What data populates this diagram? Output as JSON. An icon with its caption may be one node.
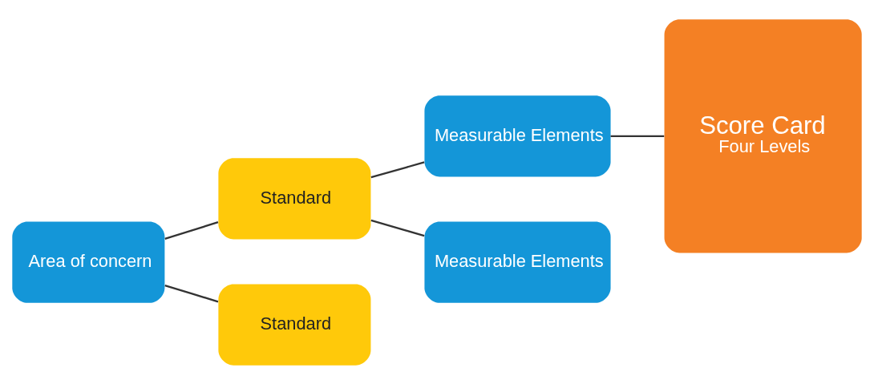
{
  "diagram": {
    "nodes": [
      {
        "text": [
          "Area of concern"
        ]
      },
      {
        "text": [
          "Standard"
        ]
      },
      {
        "text": [
          "Standard"
        ]
      },
      {
        "text": [
          "Measurable Elements"
        ]
      },
      {
        "text": [
          "Measurable Elements"
        ]
      },
      {
        "text": [
          "Score Card",
          "Four Levels"
        ]
      }
    ],
    "edges": [
      {
        "from": 0,
        "to": 1,
        "arrow": "none"
      },
      {
        "from": 0,
        "to": 2,
        "arrow": "none"
      },
      {
        "from": 1,
        "to": 3,
        "arrow": "none"
      },
      {
        "from": 1,
        "to": 4,
        "arrow": "none"
      },
      {
        "from": 3,
        "to": 5,
        "arrow": "none"
      }
    ]
  }
}
